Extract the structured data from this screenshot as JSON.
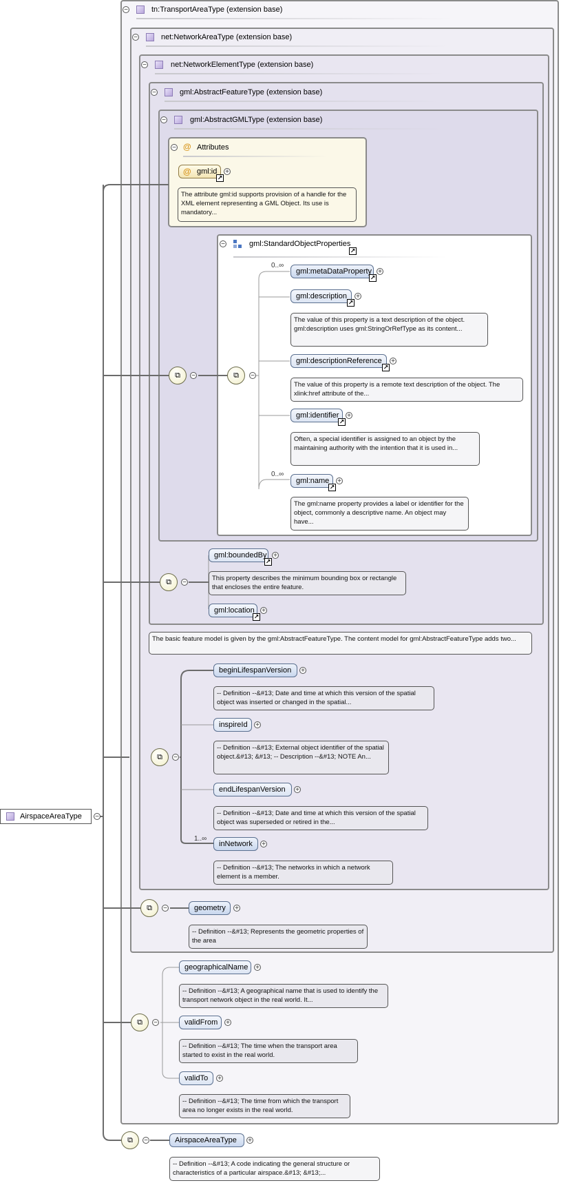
{
  "root": {
    "label": "AirspaceAreaType"
  },
  "types": {
    "transport": "tn:TransportAreaType (extension base)",
    "network_area": "net:NetworkAreaType (extension base)",
    "network_element": "net:NetworkElementType (extension base)",
    "abstract_feature": "gml:AbstractFeatureType (extension base)",
    "abstract_gml": "gml:AbstractGMLType (extension base)"
  },
  "attributes": {
    "header": "Attributes",
    "id_label": "gml:id",
    "id_desc": "The attribute gml:id supports provision of a handle for the XML element representing a GML Object. Its use is mandatory..."
  },
  "standard_object_properties": {
    "label": "gml:StandardObjectProperties",
    "metaDataProperty": {
      "label": "gml:metaDataProperty",
      "card": "0..∞"
    },
    "description": {
      "label": "gml:description",
      "desc": "The value of this property is a text description of the object. gml:description uses gml:StringOrRefType as its content..."
    },
    "descriptionReference": {
      "label": "gml:descriptionReference",
      "desc": "The value of this property is a remote text description of the object. The xlink:href attribute of the..."
    },
    "identifier": {
      "label": "gml:identifier",
      "desc": "Often, a special identifier is assigned to an object by the maintaining authority with the intention that it is used in..."
    },
    "name": {
      "label": "gml:name",
      "card": "0..∞",
      "desc": "The gml:name property provides a label or identifier for the object, commonly a descriptive name. An object may have..."
    }
  },
  "feature": {
    "boundedBy": {
      "label": "gml:boundedBy",
      "desc": "This property describes the minimum bounding box or rectangle that encloses the entire feature."
    },
    "location": {
      "label": "gml:location"
    },
    "desc": "The basic feature model is given by the gml:AbstractFeatureType. The content model for gml:AbstractFeatureType adds two..."
  },
  "network_element": {
    "beginLifespanVersion": {
      "label": "beginLifespanVersion",
      "desc": "-- Definition --&#13; Date and time at which this version of the spatial object was inserted or changed in the spatial..."
    },
    "inspireId": {
      "label": "inspireId",
      "desc": "-- Definition --&#13; External object identifier of the spatial object.&#13; &#13; -- Description --&#13; NOTE An..."
    },
    "endLifespanVersion": {
      "label": "endLifespanVersion",
      "desc": "-- Definition --&#13; Date and time at which this version of the spatial object was superseded or retired in the..."
    },
    "inNetwork": {
      "label": "inNetwork",
      "card": "1..∞",
      "desc": "-- Definition --&#13; The networks in which a network element is a member."
    }
  },
  "network_area": {
    "geometry": {
      "label": "geometry",
      "desc": "-- Definition --&#13; Represents the geometric properties of the area"
    }
  },
  "transport": {
    "geographicalName": {
      "label": "geographicalName",
      "desc": "-- Definition --&#13; A geographical name that is used to identify the transport network object in the real world. It..."
    },
    "validFrom": {
      "label": "validFrom",
      "desc": "-- Definition --&#13; The time when the transport area started to exist in the real world."
    },
    "validTo": {
      "label": "validTo",
      "desc": "-- Definition --&#13; The time from which the transport area no longer exists in the real world."
    }
  },
  "airspace": {
    "AirspaceAreaType": {
      "label": "AirspaceAreaType",
      "desc": "-- Definition --&#13; A code indicating the general structure or characteristics of a particular airspace.&#13; &#13;..."
    }
  }
}
